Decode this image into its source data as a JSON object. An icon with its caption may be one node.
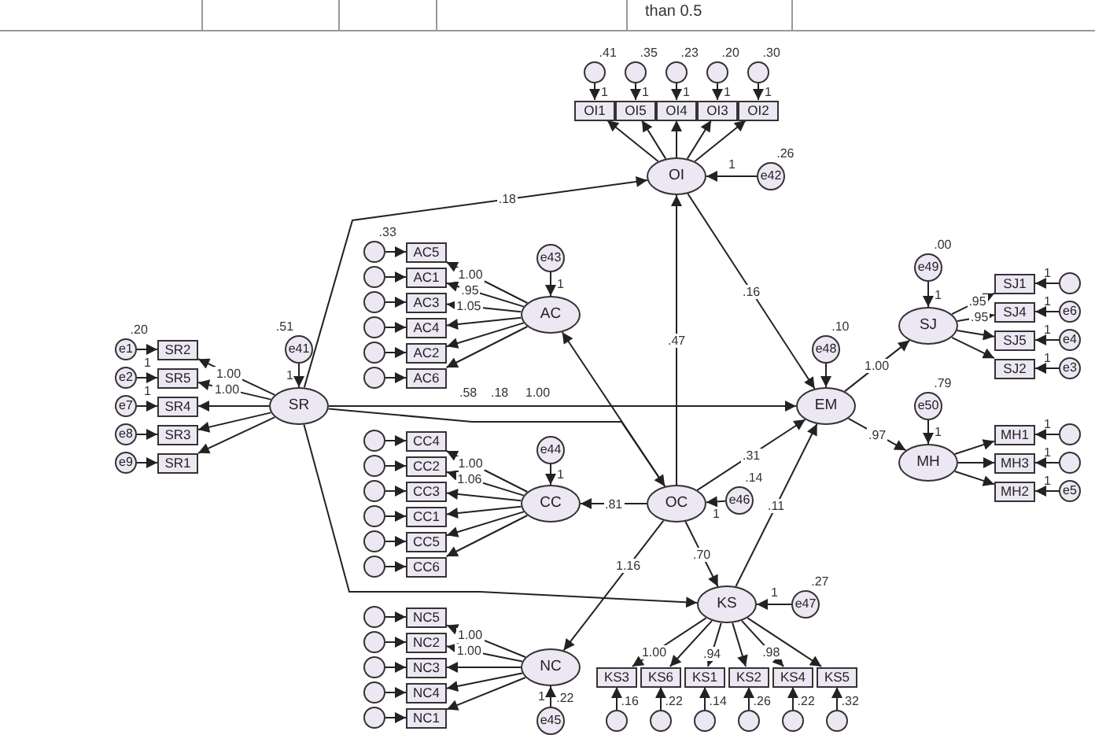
{
  "diagram": {
    "nodes": [
      {
        "text": [],
        "shape": "circle",
        "beside": [
          ".41"
        ]
      },
      {
        "text": [],
        "shape": "circle",
        "beside": [
          ".35"
        ]
      },
      {
        "text": [],
        "shape": "circle",
        "beside": [
          ".23"
        ]
      },
      {
        "text": [],
        "shape": "circle",
        "beside": [
          ".20"
        ]
      },
      {
        "text": [],
        "shape": "circle",
        "beside": [
          ".30"
        ]
      },
      {
        "text": [
          "OI1"
        ]
      },
      {
        "text": [
          "OI5"
        ]
      },
      {
        "text": [
          "OI4"
        ]
      },
      {
        "text": [
          "OI3"
        ]
      },
      {
        "text": [
          "OI2"
        ]
      },
      {
        "text": [
          "OI"
        ]
      },
      {
        "text": [
          "e42"
        ],
        "beside": [
          ".26"
        ]
      },
      {
        "text": [
          "e1"
        ],
        "beside": [
          ".20"
        ]
      },
      {
        "text": [
          "e2"
        ]
      },
      {
        "text": [
          "e7"
        ]
      },
      {
        "text": [
          "e8"
        ]
      },
      {
        "text": [
          "e9"
        ]
      },
      {
        "text": [
          "SR2"
        ]
      },
      {
        "text": [
          "SR5"
        ]
      },
      {
        "text": [
          "SR4"
        ]
      },
      {
        "text": [
          "SR3"
        ]
      },
      {
        "text": [
          "SR1"
        ]
      },
      {
        "text": [
          "e41"
        ],
        "beside": [
          ".51"
        ]
      },
      {
        "text": [
          "SR"
        ]
      },
      {
        "text": [],
        "shape": "circle",
        "beside": [
          ".33"
        ]
      },
      {
        "text": [],
        "shape": "circle"
      },
      {
        "text": [],
        "shape": "circle"
      },
      {
        "text": [],
        "shape": "circle"
      },
      {
        "text": [],
        "shape": "circle"
      },
      {
        "text": [],
        "shape": "circle"
      },
      {
        "text": [
          "AC5"
        ]
      },
      {
        "text": [
          "AC1"
        ]
      },
      {
        "text": [
          "AC3"
        ]
      },
      {
        "text": [
          "AC4"
        ]
      },
      {
        "text": [
          "AC2"
        ]
      },
      {
        "text": [
          "AC6"
        ]
      },
      {
        "text": [
          "e43"
        ]
      },
      {
        "text": [
          "AC"
        ]
      },
      {
        "text": [],
        "shape": "circle"
      },
      {
        "text": [],
        "shape": "circle"
      },
      {
        "text": [],
        "shape": "circle"
      },
      {
        "text": [],
        "shape": "circle"
      },
      {
        "text": [],
        "shape": "circle"
      },
      {
        "text": [],
        "shape": "circle"
      },
      {
        "text": [
          "CC4"
        ]
      },
      {
        "text": [
          "CC2"
        ]
      },
      {
        "text": [
          "CC3"
        ]
      },
      {
        "text": [
          "CC1"
        ]
      },
      {
        "text": [
          "CC5"
        ]
      },
      {
        "text": [
          "CC6"
        ]
      },
      {
        "text": [
          "e44"
        ]
      },
      {
        "text": [
          "CC"
        ]
      },
      {
        "text": [],
        "shape": "circle"
      },
      {
        "text": [],
        "shape": "circle"
      },
      {
        "text": [],
        "shape": "circle"
      },
      {
        "text": [],
        "shape": "circle"
      },
      {
        "text": [],
        "shape": "circle"
      },
      {
        "text": [
          "NC5"
        ]
      },
      {
        "text": [
          "NC2"
        ]
      },
      {
        "text": [
          "NC3"
        ]
      },
      {
        "text": [
          "NC4"
        ]
      },
      {
        "text": [
          "NC1"
        ]
      },
      {
        "text": [
          "e45"
        ],
        "beside": [
          ".22"
        ]
      },
      {
        "text": [
          "NC"
        ]
      },
      {
        "text": [
          "e46"
        ],
        "beside": [
          ".14"
        ]
      },
      {
        "text": [
          "OC"
        ]
      },
      {
        "text": [
          "e47"
        ],
        "beside": [
          ".27"
        ]
      },
      {
        "text": [
          "KS"
        ]
      },
      {
        "text": [
          "KS3"
        ]
      },
      {
        "text": [
          "KS6"
        ]
      },
      {
        "text": [
          "KS1"
        ]
      },
      {
        "text": [
          "KS2"
        ]
      },
      {
        "text": [
          "KS4"
        ]
      },
      {
        "text": [
          "KS5"
        ]
      },
      {
        "text": [],
        "shape": "circle",
        "beside": [
          ".16"
        ]
      },
      {
        "text": [],
        "shape": "circle",
        "beside": [
          ".22"
        ]
      },
      {
        "text": [],
        "shape": "circle",
        "beside": [
          ".14"
        ]
      },
      {
        "text": [],
        "shape": "circle",
        "beside": [
          ".26"
        ]
      },
      {
        "text": [],
        "shape": "circle",
        "beside": [
          ".22"
        ]
      },
      {
        "text": [],
        "shape": "circle",
        "beside": [
          ".32"
        ]
      },
      {
        "text": [
          "e48"
        ],
        "beside": [
          ".10"
        ]
      },
      {
        "text": [
          "EM"
        ]
      },
      {
        "text": [
          "e49"
        ],
        "beside": [
          ".00"
        ]
      },
      {
        "text": [
          "SJ"
        ]
      },
      {
        "text": [
          "SJ1"
        ]
      },
      {
        "text": [
          "SJ4"
        ]
      },
      {
        "text": [
          "SJ5"
        ]
      },
      {
        "text": [
          "SJ2"
        ]
      },
      {
        "text": [],
        "shape": "circle"
      },
      {
        "text": [
          "e6"
        ]
      },
      {
        "text": [
          "e4"
        ]
      },
      {
        "text": [
          "e3"
        ]
      },
      {
        "text": [
          "e50"
        ],
        "beside": [
          ".79"
        ]
      },
      {
        "text": [
          "MH"
        ]
      },
      {
        "text": [
          "MH1"
        ]
      },
      {
        "text": [
          "MH3"
        ]
      },
      {
        "text": [
          "MH2"
        ]
      },
      {
        "text": [],
        "shape": "circle"
      },
      {
        "text": [],
        "shape": "circle"
      },
      {
        "text": [
          "e5"
        ]
      }
    ],
    "edges": [
      {
        "from": 0,
        "to": 5,
        "arrow": "to",
        "label": "1"
      },
      {
        "from": 1,
        "to": 6,
        "arrow": "to",
        "label": "1"
      },
      {
        "from": 2,
        "to": 7,
        "arrow": "to",
        "label": "1"
      },
      {
        "from": 3,
        "to": 8,
        "arrow": "to",
        "label": "1"
      },
      {
        "from": 4,
        "to": 9,
        "arrow": "to",
        "label": "1"
      },
      {
        "from": 10,
        "to": 5,
        "arrow": "to"
      },
      {
        "from": 10,
        "to": 6,
        "arrow": "to"
      },
      {
        "from": 10,
        "to": 7,
        "arrow": "to"
      },
      {
        "from": 10,
        "to": 8,
        "arrow": "to"
      },
      {
        "from": 10,
        "to": 9,
        "arrow": "to"
      },
      {
        "from": 11,
        "to": 10,
        "arrow": "to",
        "label": "1"
      },
      {
        "from": 12,
        "to": 17,
        "arrow": "to",
        "label": "1"
      },
      {
        "from": 13,
        "to": 18,
        "arrow": "to",
        "label": "1"
      },
      {
        "from": 14,
        "to": 19,
        "arrow": "to"
      },
      {
        "from": 15,
        "to": 20,
        "arrow": "to"
      },
      {
        "from": 16,
        "to": 21,
        "arrow": "to"
      },
      {
        "from": 23,
        "to": 17,
        "arrow": "to",
        "label": "1.00"
      },
      {
        "from": 23,
        "to": 18,
        "arrow": "to",
        "label": "1.00"
      },
      {
        "from": 23,
        "to": 19,
        "arrow": "to"
      },
      {
        "from": 23,
        "to": 20,
        "arrow": "to"
      },
      {
        "from": 23,
        "to": 21,
        "arrow": "to"
      },
      {
        "from": 22,
        "to": 23,
        "arrow": "to",
        "label": "1"
      },
      {
        "from": 24,
        "to": 30,
        "arrow": "to"
      },
      {
        "from": 25,
        "to": 31,
        "arrow": "to"
      },
      {
        "from": 26,
        "to": 32,
        "arrow": "to"
      },
      {
        "from": 27,
        "to": 33,
        "arrow": "to"
      },
      {
        "from": 28,
        "to": 34,
        "arrow": "to"
      },
      {
        "from": 29,
        "to": 35,
        "arrow": "to"
      },
      {
        "from": 37,
        "to": 30,
        "arrow": "to",
        "label": "1.00"
      },
      {
        "from": 37,
        "to": 31,
        "arrow": "to",
        "label": ".95"
      },
      {
        "from": 37,
        "to": 32,
        "arrow": "to",
        "label": "1.05"
      },
      {
        "from": 37,
        "to": 33,
        "arrow": "to"
      },
      {
        "from": 37,
        "to": 34,
        "arrow": "to"
      },
      {
        "from": 37,
        "to": 35,
        "arrow": "to"
      },
      {
        "from": 36,
        "to": 37,
        "arrow": "to",
        "label": "1"
      },
      {
        "from": 38,
        "to": 44,
        "arrow": "to"
      },
      {
        "from": 39,
        "to": 45,
        "arrow": "to"
      },
      {
        "from": 40,
        "to": 46,
        "arrow": "to"
      },
      {
        "from": 41,
        "to": 47,
        "arrow": "to"
      },
      {
        "from": 42,
        "to": 48,
        "arrow": "to"
      },
      {
        "from": 43,
        "to": 49,
        "arrow": "to"
      },
      {
        "from": 51,
        "to": 44,
        "arrow": "to",
        "label": "1.00"
      },
      {
        "from": 51,
        "to": 45,
        "arrow": "to",
        "label": "1.06"
      },
      {
        "from": 51,
        "to": 46,
        "arrow": "to"
      },
      {
        "from": 51,
        "to": 47,
        "arrow": "to"
      },
      {
        "from": 51,
        "to": 48,
        "arrow": "to"
      },
      {
        "from": 51,
        "to": 49,
        "arrow": "to"
      },
      {
        "from": 50,
        "to": 51,
        "arrow": "to",
        "label": "1"
      },
      {
        "from": 52,
        "to": 57,
        "arrow": "to"
      },
      {
        "from": 53,
        "to": 58,
        "arrow": "to"
      },
      {
        "from": 54,
        "to": 59,
        "arrow": "to"
      },
      {
        "from": 55,
        "to": 60,
        "arrow": "to"
      },
      {
        "from": 56,
        "to": 61,
        "arrow": "to"
      },
      {
        "from": 63,
        "to": 57,
        "arrow": "to",
        "label": "1.00"
      },
      {
        "from": 63,
        "to": 58,
        "arrow": "to",
        "label": "1.00"
      },
      {
        "from": 63,
        "to": 59,
        "arrow": "to"
      },
      {
        "from": 63,
        "to": 60,
        "arrow": "to"
      },
      {
        "from": 63,
        "to": 61,
        "arrow": "to"
      },
      {
        "from": 62,
        "to": 63,
        "arrow": "to",
        "label": "1"
      },
      {
        "from": 64,
        "to": 65,
        "arrow": "to",
        "label": "1"
      },
      {
        "from": 66,
        "to": 67,
        "arrow": "to",
        "label": "1"
      },
      {
        "from": 67,
        "to": 68,
        "arrow": "to",
        "label": "1.00"
      },
      {
        "from": 67,
        "to": 69,
        "arrow": "to"
      },
      {
        "from": 67,
        "to": 70,
        "arrow": "to",
        "label": ".94"
      },
      {
        "from": 67,
        "to": 71,
        "arrow": "to"
      },
      {
        "from": 67,
        "to": 72,
        "arrow": "to",
        "label": ".98"
      },
      {
        "from": 67,
        "to": 73,
        "arrow": "to"
      },
      {
        "from": 74,
        "to": 68,
        "arrow": "to"
      },
      {
        "from": 75,
        "to": 69,
        "arrow": "to"
      },
      {
        "from": 76,
        "to": 70,
        "arrow": "to"
      },
      {
        "from": 77,
        "to": 71,
        "arrow": "to"
      },
      {
        "from": 78,
        "to": 72,
        "arrow": "to"
      },
      {
        "from": 79,
        "to": 73,
        "arrow": "to"
      },
      {
        "from": 80,
        "to": 81,
        "arrow": "to"
      },
      {
        "from": 82,
        "to": 83,
        "arrow": "to",
        "label": "1"
      },
      {
        "from": 83,
        "to": 84,
        "arrow": "to",
        "label": ".95"
      },
      {
        "from": 83,
        "to": 85,
        "arrow": "to",
        "label": ".95"
      },
      {
        "from": 83,
        "to": 86,
        "arrow": "to"
      },
      {
        "from": 83,
        "to": 87,
        "arrow": "to"
      },
      {
        "from": 88,
        "to": 84,
        "arrow": "to",
        "label": "1"
      },
      {
        "from": 89,
        "to": 85,
        "arrow": "to",
        "label": "1"
      },
      {
        "from": 90,
        "to": 86,
        "arrow": "to",
        "label": "1"
      },
      {
        "from": 91,
        "to": 87,
        "arrow": "to",
        "label": "1"
      },
      {
        "from": 92,
        "to": 93,
        "arrow": "to",
        "label": "1"
      },
      {
        "from": 93,
        "to": 94,
        "arrow": "to"
      },
      {
        "from": 93,
        "to": 95,
        "arrow": "to"
      },
      {
        "from": 93,
        "to": 96,
        "arrow": "to"
      },
      {
        "from": 97,
        "to": 94,
        "arrow": "to",
        "label": "1"
      },
      {
        "from": 98,
        "to": 95,
        "arrow": "to",
        "label": "1"
      },
      {
        "from": 99,
        "to": 96,
        "arrow": "to",
        "label": "1"
      },
      {
        "from": 23,
        "to": 10,
        "arrow": "to",
        "label": ".18"
      },
      {
        "from": 23,
        "to": 81,
        "arrow": "to"
      },
      {
        "from": 23,
        "to": 65,
        "arrow": "to"
      },
      {
        "from": 23,
        "to": 67,
        "arrow": "to"
      },
      {
        "from": 65,
        "to": 10,
        "arrow": "to",
        "label": ".47"
      },
      {
        "from": 65,
        "to": 37,
        "arrow": "to"
      },
      {
        "from": 65,
        "to": 51,
        "arrow": "to",
        "label": ".81"
      },
      {
        "from": 65,
        "to": 63,
        "arrow": "to",
        "label": "1.16"
      },
      {
        "from": 65,
        "to": 67,
        "arrow": "to",
        "label": ".70"
      },
      {
        "from": 65,
        "to": 81,
        "arrow": "to",
        "label": ".31"
      },
      {
        "from": 10,
        "to": 81,
        "arrow": "to",
        "label": ".16"
      },
      {
        "from": 67,
        "to": 81,
        "arrow": "to",
        "label": ".11"
      },
      {
        "from": 81,
        "to": 83,
        "arrow": "to",
        "label": "1.00"
      },
      {
        "from": 81,
        "to": 93,
        "arrow": "to",
        "label": ".97"
      }
    ],
    "labels": [
      "than 0.5",
      ".58",
      ".18",
      "1.00"
    ]
  }
}
